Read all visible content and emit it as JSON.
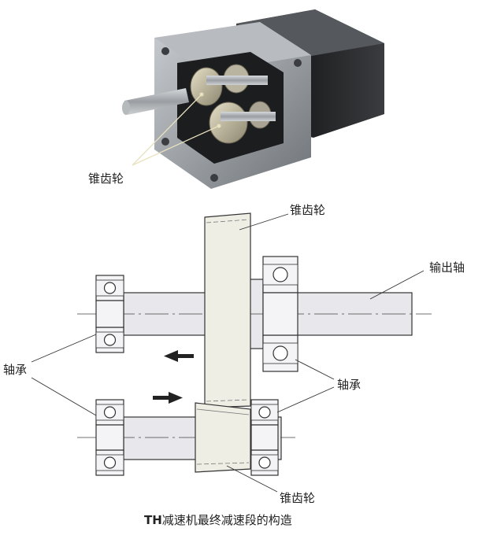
{
  "photo": {
    "label": "锥齿轮"
  },
  "diagram": {
    "labels": {
      "bevel_gear_top": "锥齿轮",
      "bevel_gear_bottom": "锥齿轮",
      "output_shaft": "输出轴",
      "bearing_left": "轴承",
      "bearing_right": "轴承"
    }
  },
  "caption": {
    "prefix": "TH",
    "text": "减速机最终减速段的构造"
  },
  "colors": {
    "shaft_fill": "#e8e8ec",
    "gear_fill": "#efeee5",
    "outline": "#333333",
    "housing_dark": "#2b2d30",
    "housing_light": "#8f9499"
  }
}
